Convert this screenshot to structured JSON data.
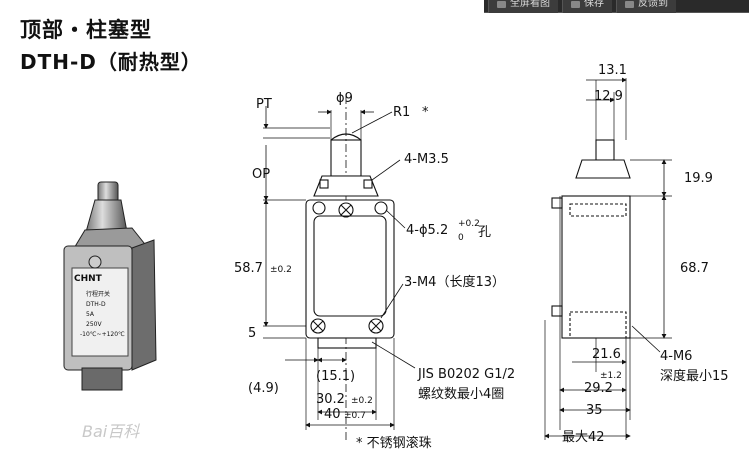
{
  "toolbar": {
    "fullscreen_label": "全屏看图",
    "save_label": "保存",
    "feedback_label": "反馈到"
  },
  "header": {
    "title_line1": "顶部・柱塞型",
    "title_line2": "DTH-D（耐热型）"
  },
  "product_label": {
    "brand": "CHNT",
    "lines": [
      "行程开关",
      "DTH-D",
      "5A",
      "250V",
      "-10℃~+120℃"
    ]
  },
  "front_view": {
    "pt": "PT",
    "op": "OP",
    "phi9": "ϕ9",
    "r1": "R1",
    "r1_star": "*",
    "m35": "4-M3.5",
    "hole_prefix": "4-ϕ5.2",
    "hole_tol_upper": "+0.2",
    "hole_tol_lower": "0",
    "hole_suffix": "孔",
    "m4": "3-M4（长度13）",
    "dim_587": "58.7",
    "dim_587_tol": "±0.2",
    "dim_5": "5",
    "dim_49": "(4.9)",
    "dim_151": "(15.1)",
    "dim_302": "30.2",
    "dim_302_tol": "±0.2",
    "dim_40": "40",
    "dim_40_tol": "±0.7",
    "thread_std": "JIS B0202 G1/2",
    "thread_note": "螺纹数最小4圈",
    "footnote": "* 不锈钢滚珠"
  },
  "side_view": {
    "dim_131": "13.1",
    "dim_129": "12.9",
    "dim_199": "19.9",
    "dim_687": "68.7",
    "dim_216": "21.6",
    "dim_292": "29.2",
    "dim_292_tol": "±1.2",
    "dim_35": "35",
    "dim_max42": "最大42",
    "m6": "4-M6",
    "m6_depth": "深度最小15"
  },
  "watermark": "Bai百科"
}
